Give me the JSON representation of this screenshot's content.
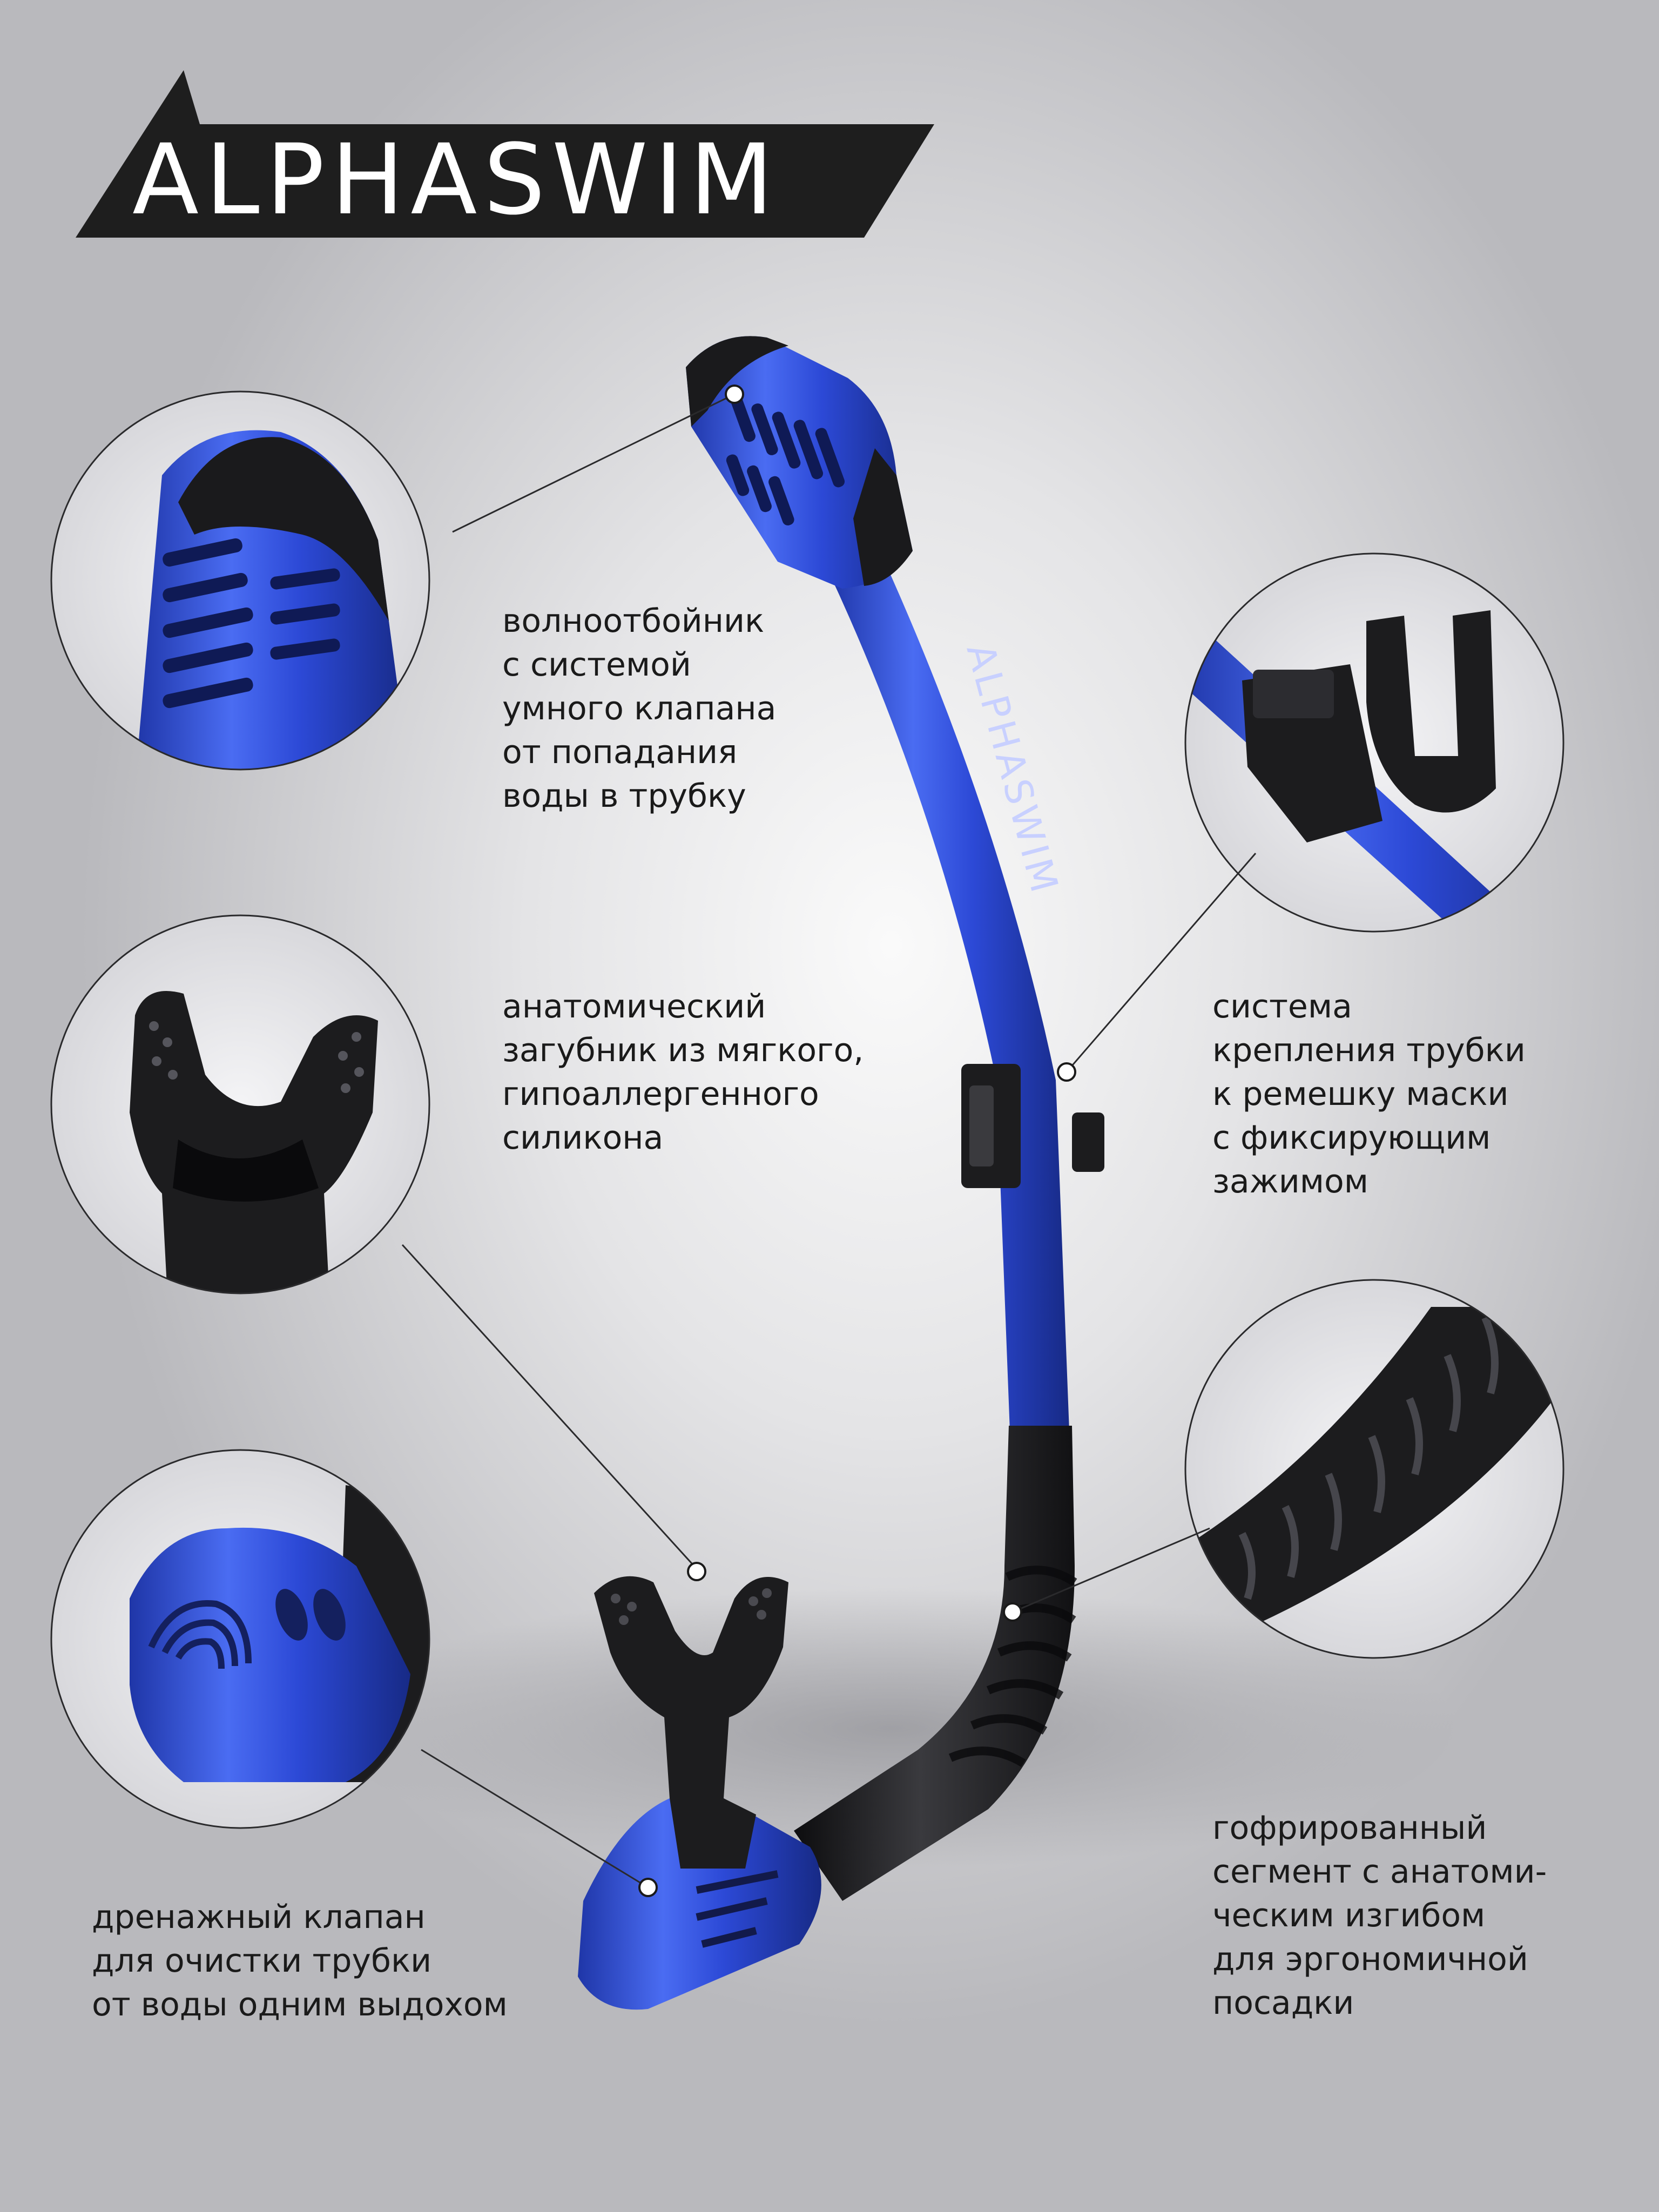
{
  "brand": {
    "logo_text": "ALPHASWIM",
    "tube_print": "ALPHASWIM",
    "colors": {
      "accent_blue": "#2f4fd8",
      "dark": "#1c1c1e",
      "banner": "#1e1e1e"
    }
  },
  "features": [
    {
      "id": "splash-guard",
      "lines": [
        "волноотбойник",
        "с системой",
        "умного клапана",
        "от попадания",
        "воды в трубку"
      ]
    },
    {
      "id": "mouthpiece",
      "lines": [
        "анатомический",
        "загубник из мягкого,",
        "гипоаллергенного",
        "силикона"
      ]
    },
    {
      "id": "purge-valve",
      "lines": [
        "дренажный клапан",
        "для очистки трубки",
        "от воды одним выдохом"
      ]
    },
    {
      "id": "mask-clip",
      "lines": [
        "система",
        "крепления трубки",
        "к ремешку маски",
        "с фиксирующим",
        "зажимом"
      ]
    },
    {
      "id": "flex-segment",
      "lines": [
        "гофрированный",
        "сегмент с анатоми-",
        "ческим изгибом",
        "для эргономичной",
        "посадки"
      ]
    }
  ]
}
